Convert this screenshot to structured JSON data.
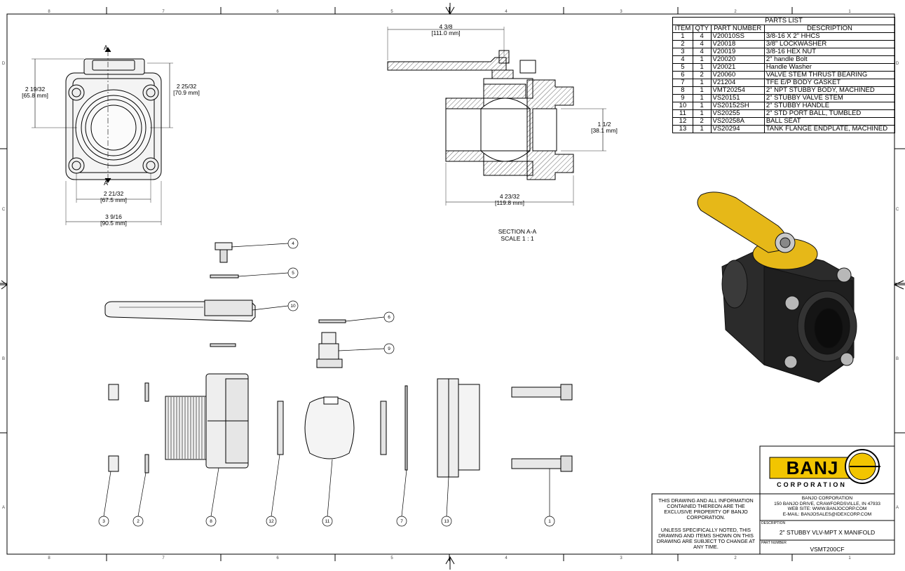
{
  "parts_list": {
    "title": "PARTS LIST",
    "headers": [
      "ITEM",
      "QTY",
      "PART NUMBER",
      "DESCRIPTION"
    ],
    "rows": [
      [
        "1",
        "4",
        "V20010SS",
        "3/8-16 X 2\" HHCS"
      ],
      [
        "2",
        "4",
        "V20018",
        "3/8\" LOCKWASHER"
      ],
      [
        "3",
        "4",
        "V20019",
        "3/8-16 HEX NUT"
      ],
      [
        "4",
        "1",
        "V20020",
        "2\" handle Bolt"
      ],
      [
        "5",
        "1",
        "V20021",
        "Handle Washer"
      ],
      [
        "6",
        "2",
        "V20060",
        "VALVE STEM THRUST BEARING"
      ],
      [
        "7",
        "1",
        "V21204",
        "TFE E/P BODY GASKET"
      ],
      [
        "8",
        "1",
        "VMT20254",
        "2\" NPT STUBBY BODY, MACHINED"
      ],
      [
        "9",
        "1",
        "VS20151",
        "2\" STUBBY VALVE STEM"
      ],
      [
        "10",
        "1",
        "VS20152SH",
        "2\" STUBBY HANDLE"
      ],
      [
        "11",
        "1",
        "VS20255",
        "2\" STD PORT BALL, TUMBLED"
      ],
      [
        "12",
        "2",
        "VS20258A",
        "BALL SEAT"
      ],
      [
        "13",
        "1",
        "VS20294",
        "TANK FLANGE ENDPLATE, MACHINED"
      ]
    ]
  },
  "border": {
    "cols": [
      "8",
      "7",
      "6",
      "5",
      "4",
      "3",
      "2",
      "1"
    ],
    "rows": [
      "D",
      "C",
      "B",
      "A"
    ]
  },
  "front_view": {
    "section_mark": "A",
    "height_a": "2 19/32",
    "height_a_mm": "[65.8 mm]",
    "height_b": "2 25/32",
    "height_b_mm": "[70.9 mm]",
    "width_a": "2 21/32",
    "width_a_mm": "[67.5 mm]",
    "width_b": "3 9/16",
    "width_b_mm": "[90.5 mm]"
  },
  "section_view": {
    "top_dim": "4 3/8",
    "top_dim_mm": "[111.0 mm]",
    "port_dim": "1 1/2",
    "port_dim_mm": "[38.1 mm]",
    "bottom_dim": "4 23/32",
    "bottom_dim_mm": "[119.8 mm]",
    "label": "SECTION A-A",
    "scale": "SCALE 1 : 1"
  },
  "balloons": [
    "4",
    "5",
    "10",
    "6",
    "9",
    "3",
    "2",
    "8",
    "12",
    "11",
    "7",
    "13",
    "1"
  ],
  "title_block": {
    "notice_1": "THIS DRAWING AND ALL INFORMATION CONTAINED THEREON ARE THE EXCLUSIVE PROPERTY OF BANJO CORPORATION.",
    "notice_2": "UNLESS SPECIFICALLY NOTED, THIS DRAWING AND ITEMS SHOWN ON THIS DRAWING ARE SUBJECT TO CHANGE AT ANY TIME.",
    "logo_word": "BANJ",
    "logo_sub": "CORPORATION",
    "company": "BANJO CORPORATION",
    "address": "150 BANJO DRIVE, CRAWFORDSVILLE, IN 47933",
    "web": "WEB SITE: WWW.BANJOCORP.COM",
    "email": "E-MAIL: BANJOSALES@IDEXCORP.COM",
    "description_label": "DESCRIPTION",
    "description": "2\" STUBBY VLV-MPT X MANIFOLD",
    "part_number_label": "PART NUMBER",
    "part_number": "VSMT200CF"
  },
  "colors": {
    "handle_yellow": "#e6b818",
    "body_dark": "#2b2b2b",
    "logo_yellow": "#f2c500"
  }
}
